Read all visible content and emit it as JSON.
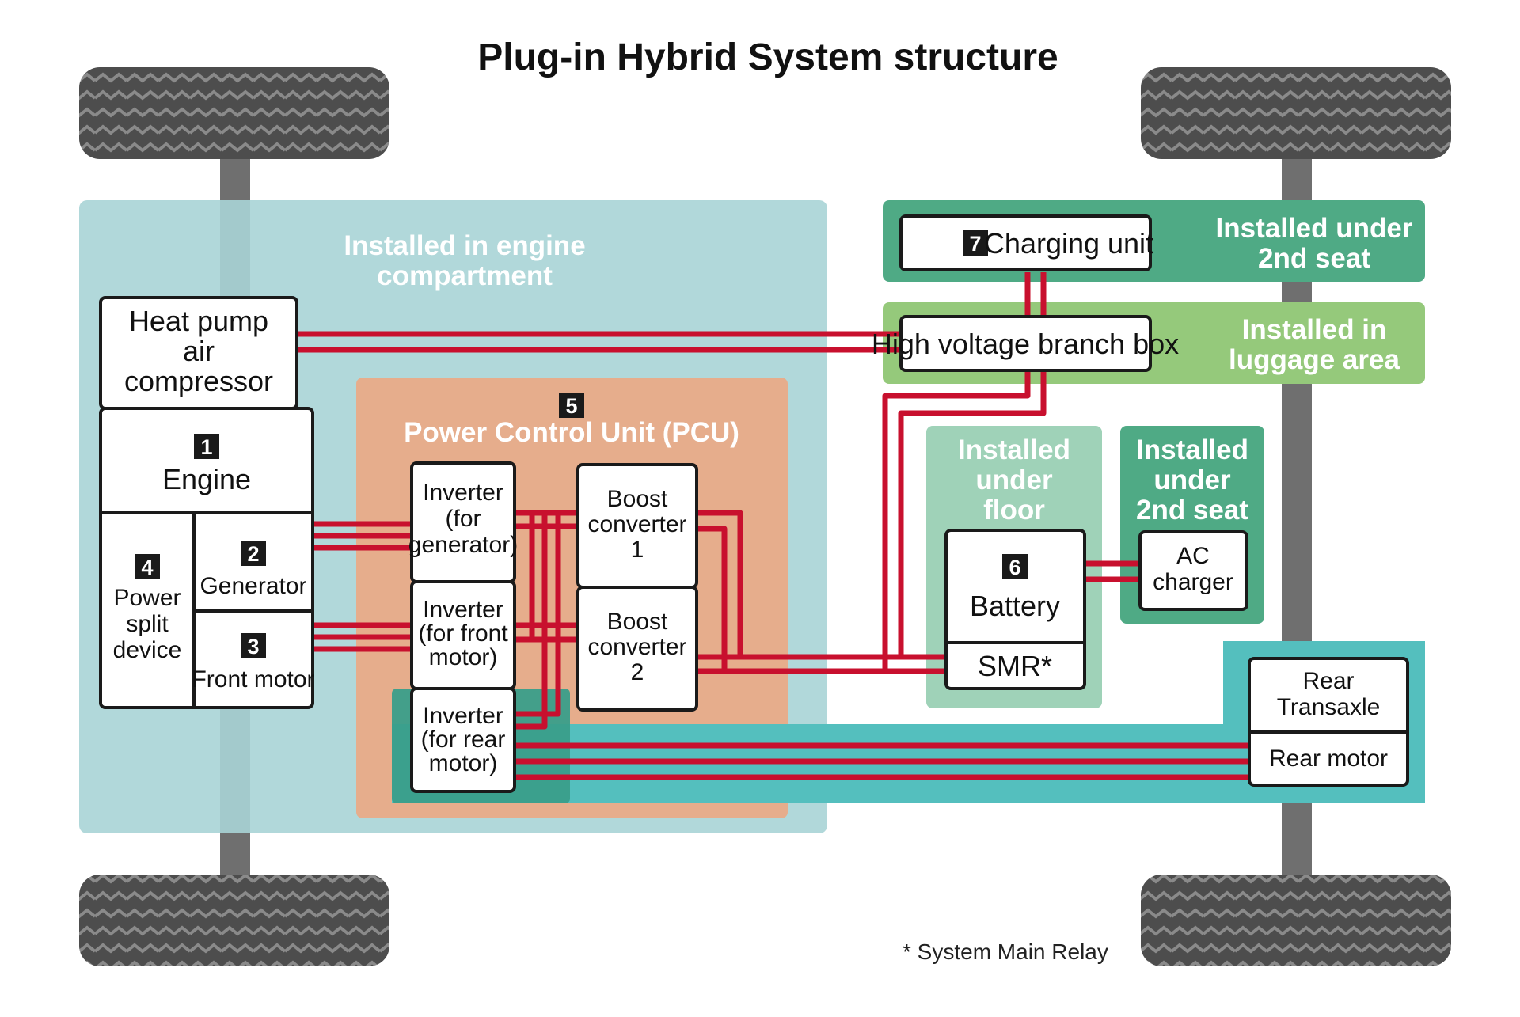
{
  "title": "Plug-in Hybrid System structure",
  "colors": {
    "engine_zone": "#a8d4d6",
    "pcu_zone": "#e6ad8c",
    "rear_channel": "#54bfbe",
    "rear_channel_overlap": "#3a9e8a",
    "charging_zone": "#4faa85",
    "luggage_zone": "#95c97b",
    "floor_zone": "#9fd2b8",
    "ac_zone": "#4faa85",
    "wire_red": "#c8102e",
    "tire": "#555555",
    "axle": "#777777"
  },
  "zones": {
    "engine": "Installed in engine\ncompartment",
    "pcu": "Power Control Unit (PCU)",
    "charging": "Installed under\n2nd seat",
    "luggage": "Installed in\nluggage area",
    "floor": "Installed\nunder\nfloor",
    "ac": "Installed\nunder\n2nd seat"
  },
  "components": {
    "heat_pump": "Heat pump\nair\ncompressor",
    "engine": "Engine",
    "generator": "Generator",
    "front_motor": "Front motor",
    "power_split": "Power\nsplit\ndevice",
    "inv_gen": "Inverter\n(for\ngenerator)",
    "inv_front": "Inverter\n(for front\nmotor)",
    "inv_rear": "Inverter\n(for rear\nmotor)",
    "boost1": "Boost\nconverter\n1",
    "boost2": "Boost\nconverter\n2",
    "charging_unit": "Charging unit",
    "hv_branch": "High voltage branch box",
    "battery": "Battery",
    "smr": "SMR*",
    "ac_charger": "AC\ncharger",
    "rear_transaxle": "Rear\nTransaxle",
    "rear_motor": "Rear motor"
  },
  "badges": {
    "engine": "1",
    "generator": "2",
    "front_motor": "3",
    "power_split": "4",
    "pcu": "5",
    "battery": "6",
    "charging_unit": "7"
  },
  "footnote": "* System Main Relay"
}
